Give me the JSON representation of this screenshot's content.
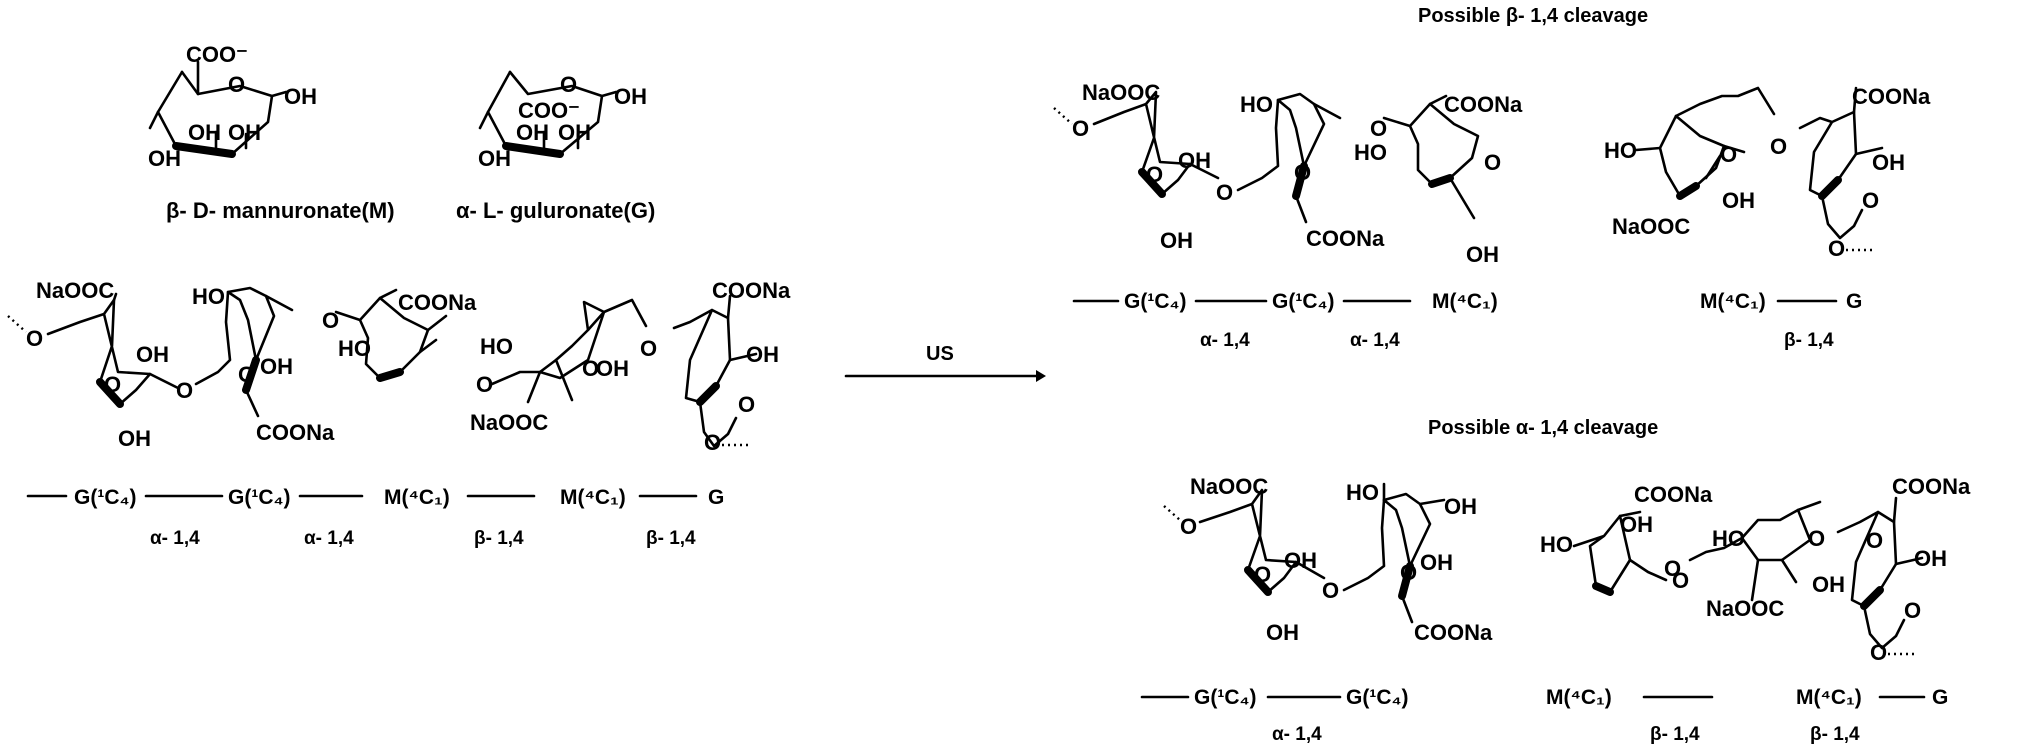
{
  "monomers": {
    "m_caption": "β- D- mannuronate(M)",
    "g_caption": "α- L- guluronate(G)",
    "coo_minus": "COO⁻",
    "oh": "OH"
  },
  "labels": {
    "oh": "OH",
    "ho": "HO",
    "o": "O",
    "coona": "COONa",
    "naooc": "NaOOC"
  },
  "polymer": {
    "sequence": [
      "G(¹C₄)",
      "G(¹C₄)",
      "M(⁴C₁)",
      "M(⁴C₁)",
      "G"
    ],
    "linkages": [
      "α- 1,4",
      "α- 1,4",
      "β- 1,4",
      "β- 1,4"
    ]
  },
  "arrow": {
    "label": "US"
  },
  "beta_cleavage": {
    "title": "Possible β- 1,4 cleavage",
    "frag1_sequence": [
      "G(¹C₄)",
      "G(¹C₄)",
      "M(⁴C₁)"
    ],
    "frag1_linkages": [
      "α- 1,4",
      "α- 1,4"
    ],
    "frag2_sequence": [
      "M(⁴C₁)",
      "G"
    ],
    "frag2_linkages": [
      "β- 1,4"
    ]
  },
  "alpha_cleavage": {
    "title": "Possible α- 1,4 cleavage",
    "frag1_sequence": [
      "G(¹C₄)",
      "G(¹C₄)"
    ],
    "frag1_linkages": [
      "α- 1,4"
    ],
    "frag2_sequence": [
      "M(⁴C₁)",
      "M(⁴C₁)",
      "G"
    ],
    "frag2_linkages": [
      "β- 1,4",
      "β- 1,4"
    ]
  }
}
